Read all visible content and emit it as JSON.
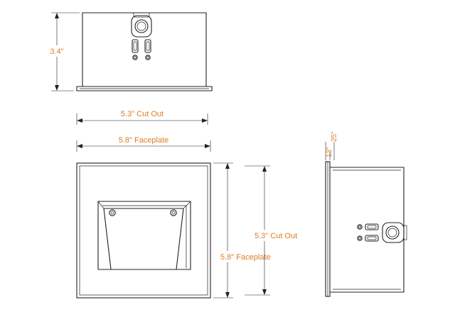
{
  "labels": {
    "height": "3.4\"",
    "cutout_width": "5.3\" Cut Out",
    "faceplate_width": "5.8\" Faceplate",
    "cutout_height": "5.3\" Cut Out",
    "faceplate_height": "5.8\" Faceplate",
    "side_thickness_a": "13\"",
    "side_thickness_b": "25\""
  },
  "colors": {
    "line": "#231f20",
    "dimension_text": "#e07b24"
  }
}
